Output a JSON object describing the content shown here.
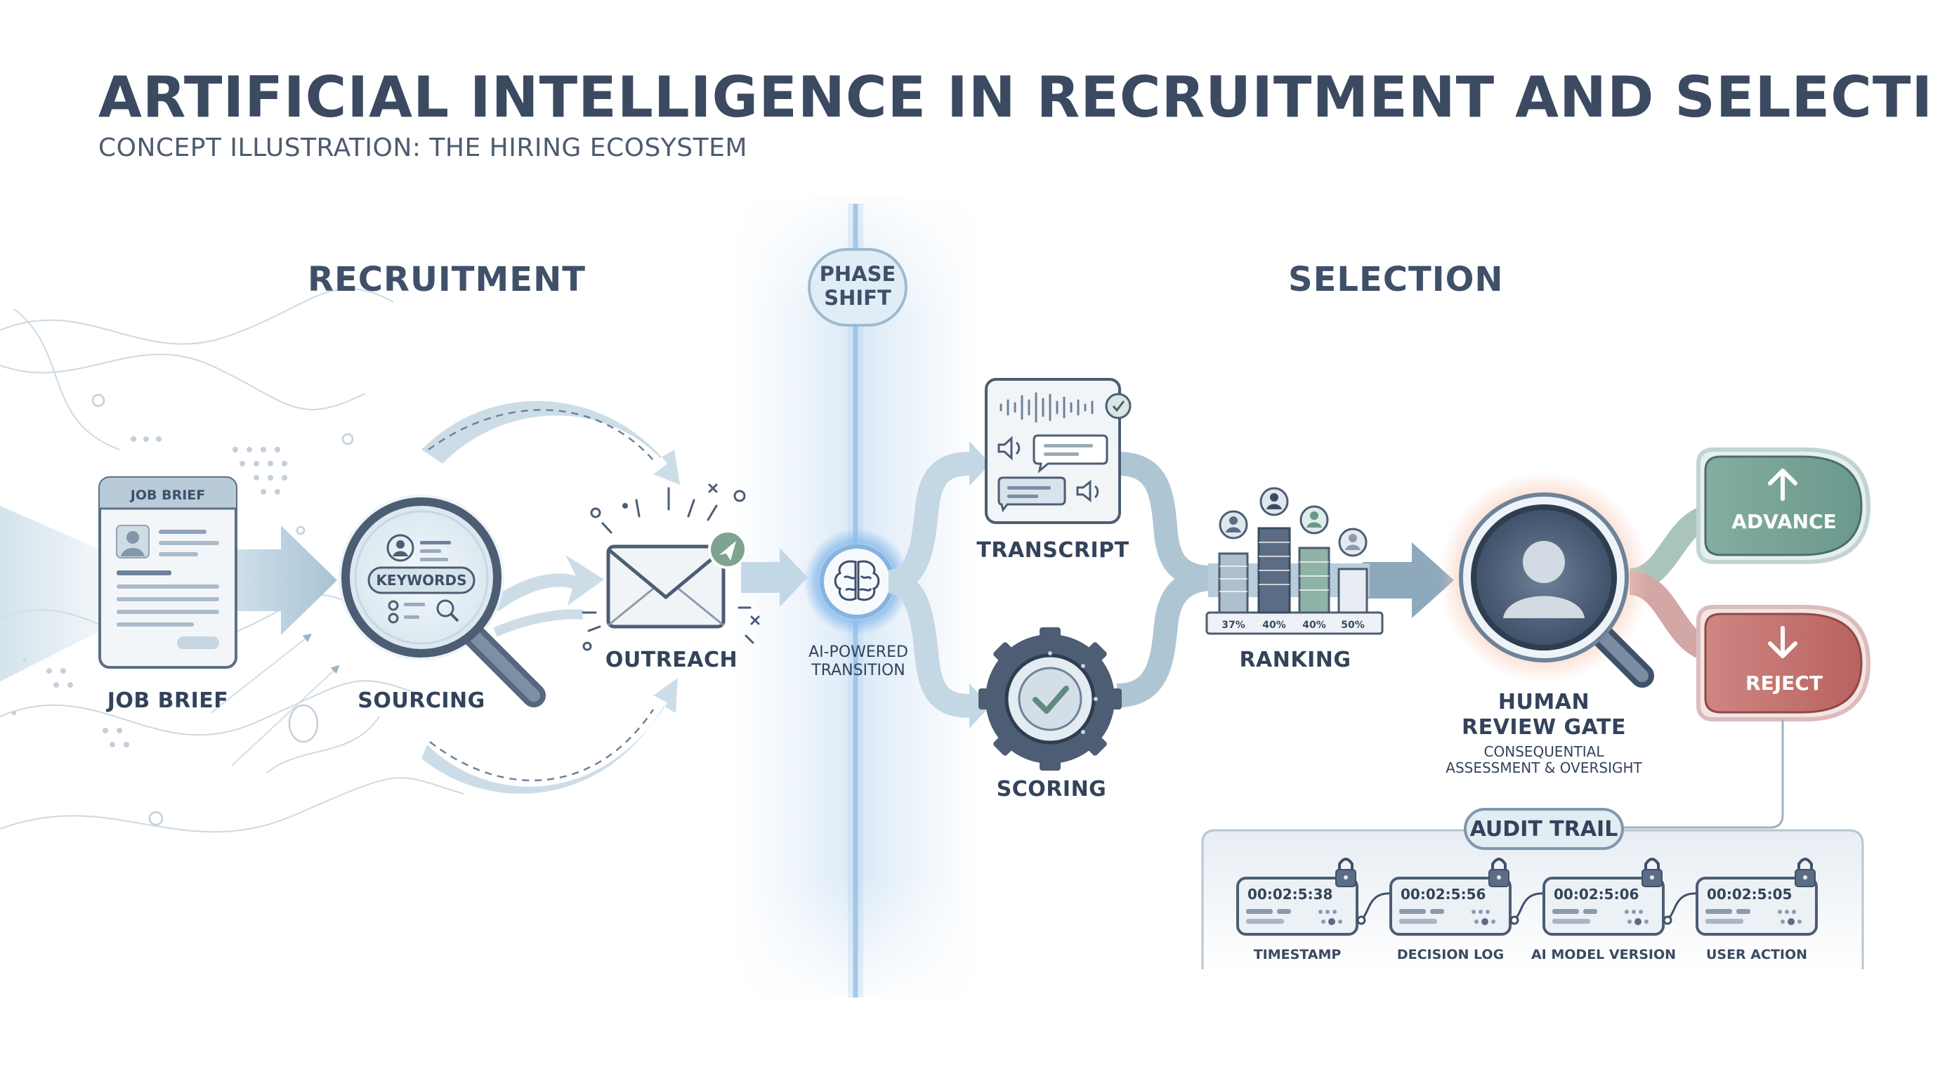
{
  "header": {
    "title": "ARTIFICIAL INTELLIGENCE IN RECRUITMENT AND SELECTION",
    "subtitle": "CONCEPT ILLUSTRATION: THE HIRING ECOSYSTEM"
  },
  "sections": {
    "recruitment": "RECRUITMENT",
    "selection": "SELECTION",
    "phase_shift": [
      "PHASE",
      "SHIFT"
    ]
  },
  "recruitment": {
    "job_brief_card_title": "JOB BRIEF",
    "job_brief_label": "JOB BRIEF",
    "keywords_tag": "KEYWORDS",
    "sourcing_label": "SOURCING",
    "outreach_label": "OUTREACH"
  },
  "transition": {
    "label": [
      "AI-POWERED",
      "TRANSITION"
    ]
  },
  "selection": {
    "transcript_label": "TRANSCRIPT",
    "scoring_label": "SCORING",
    "ranking_label": "RANKING",
    "ranking_percents": [
      "37%",
      "40%",
      "40%",
      "50%"
    ],
    "review_gate_title": [
      "HUMAN",
      "REVIEW GATE"
    ],
    "review_gate_caption": [
      "CONSEQUENTIAL",
      "ASSESSMENT & OVERSIGHT"
    ],
    "advance_label": "ADVANCE",
    "reject_label": "REJECT"
  },
  "audit_trail": {
    "title": "AUDIT TRAIL",
    "entries": [
      {
        "time": "00:02:5:38",
        "label": "TIMESTAMP"
      },
      {
        "time": "00:02:5:56",
        "label": "DECISION LOG"
      },
      {
        "time": "00:02:5:06",
        "label": "AI MODEL VERSION"
      },
      {
        "time": "00:02:5:05",
        "label": "USER ACTION"
      }
    ]
  },
  "colors": {
    "title": "#3b4a60",
    "ink": "#3d4d63",
    "flow_light": "#c9dbe6",
    "flow_mid": "#8aa6bd",
    "phase_glow": "#6ea8e0",
    "advance": "#6f9e91",
    "reject": "#bf6e6c",
    "review_glow": "#f0a98a"
  },
  "icons": [
    "document-icon",
    "avatar-icon",
    "magnifier-icon",
    "envelope-icon",
    "send-icon",
    "brain-icon",
    "waveform-icon",
    "speaker-icon",
    "checkmark-icon",
    "gear-icon",
    "bar-chart-icon",
    "arrow-up-icon",
    "arrow-down-icon",
    "lock-icon",
    "person-silhouette-icon"
  ]
}
